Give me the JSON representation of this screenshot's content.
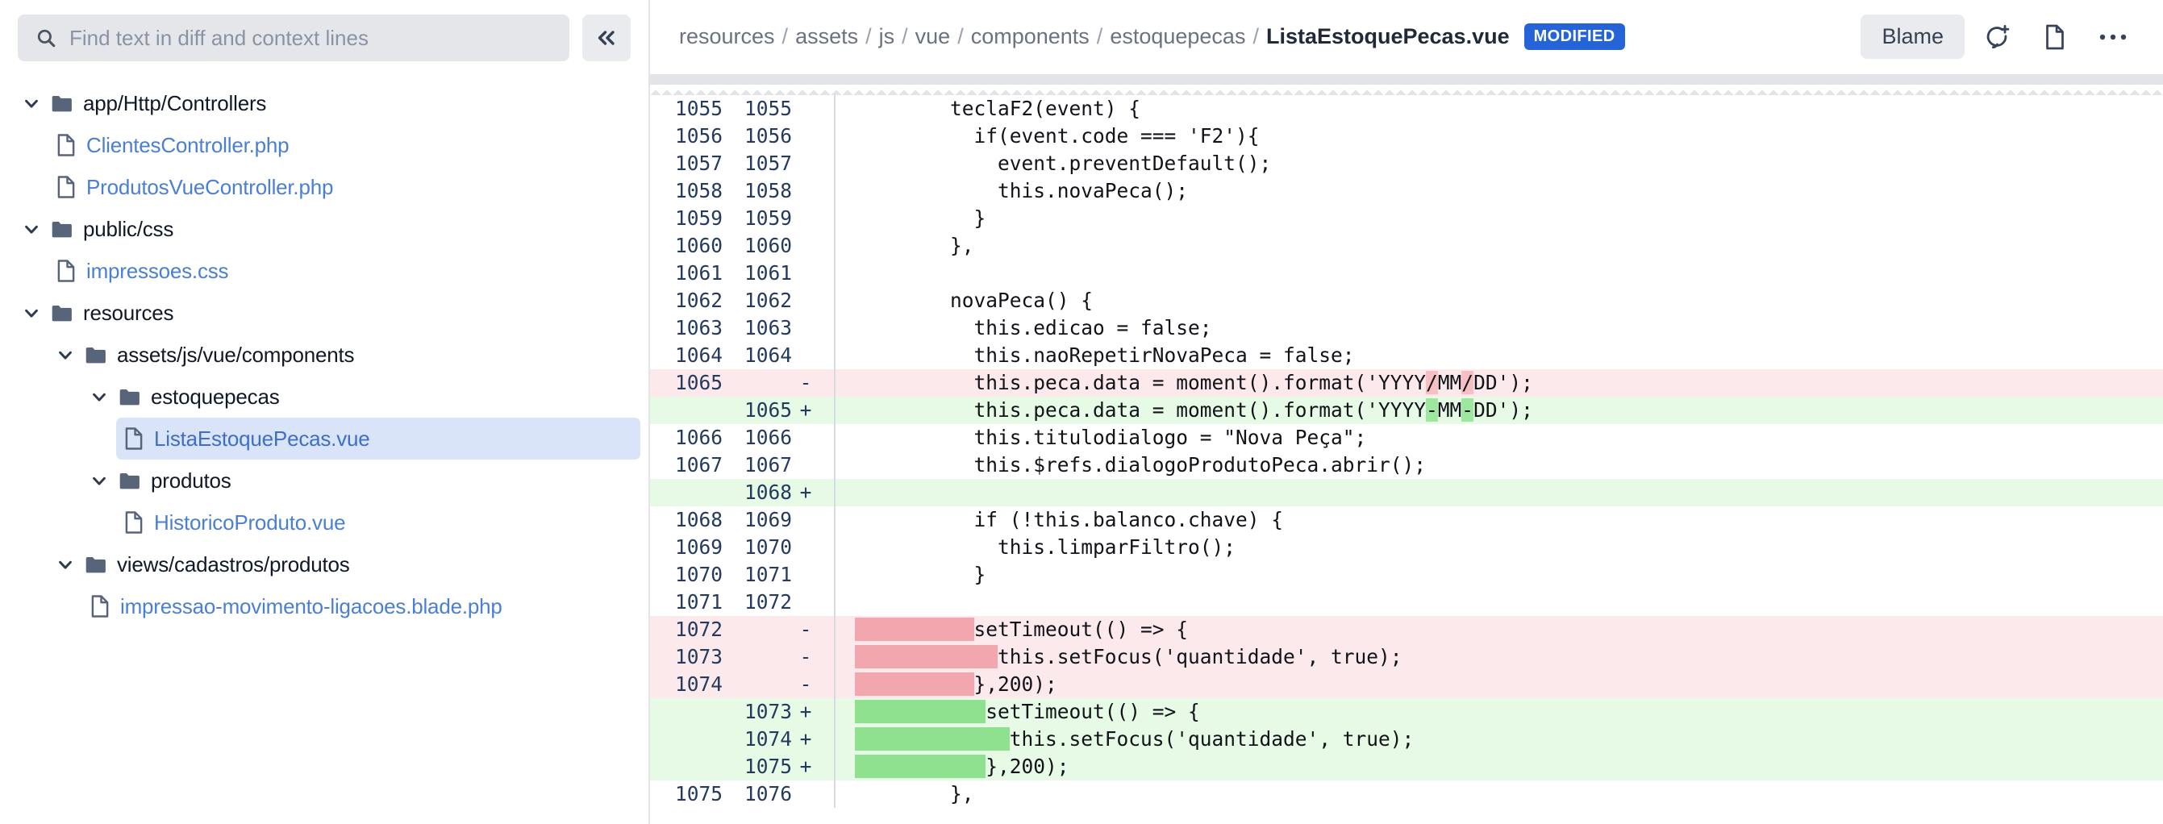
{
  "search": {
    "placeholder": "Find text in diff and context lines",
    "value": "",
    "icon": "search-icon"
  },
  "collapse_button": {
    "icon": "chevron-double-left-icon",
    "label": "«"
  },
  "sidebar": {
    "tree": [
      {
        "type": "folder",
        "label": "app/Http/Controllers",
        "depth": 0,
        "expanded": true,
        "selected": false
      },
      {
        "type": "file",
        "label": "ClientesController.php",
        "depth": 1,
        "selected": false
      },
      {
        "type": "file",
        "label": "ProdutosVueController.php",
        "depth": 1,
        "selected": false
      },
      {
        "type": "folder",
        "label": "public/css",
        "depth": 0,
        "expanded": true,
        "selected": false
      },
      {
        "type": "file",
        "label": "impressoes.css",
        "depth": 1,
        "selected": false
      },
      {
        "type": "folder",
        "label": "resources",
        "depth": 0,
        "expanded": true,
        "selected": false
      },
      {
        "type": "folder",
        "label": "assets/js/vue/components",
        "depth": 1,
        "expanded": true,
        "selected": false
      },
      {
        "type": "folder",
        "label": "estoquepecas",
        "depth": 2,
        "expanded": true,
        "selected": false
      },
      {
        "type": "file",
        "label": "ListaEstoquePecas.vue",
        "depth": 3,
        "selected": true
      },
      {
        "type": "folder",
        "label": "produtos",
        "depth": 2,
        "expanded": true,
        "selected": false
      },
      {
        "type": "file",
        "label": "HistoricoProduto.vue",
        "depth": 3,
        "selected": false
      },
      {
        "type": "folder",
        "label": "views/cadastros/produtos",
        "depth": 1,
        "expanded": true,
        "selected": false
      },
      {
        "type": "file",
        "label": "impressao-movimento-ligacoes.blade.php",
        "depth": 2,
        "selected": false
      }
    ]
  },
  "file_header": {
    "breadcrumb": [
      "resources",
      "assets",
      "js",
      "vue",
      "components",
      "estoquepecas"
    ],
    "separator": "/",
    "filename": "ListaEstoquePecas.vue",
    "status_badge": "MODIFIED",
    "badge_color": "#2563d9",
    "blame_label": "Blame",
    "icons": [
      "comment-add-icon",
      "file-icon",
      "more-options-icon"
    ]
  },
  "diff": {
    "colors": {
      "deleted_line_bg": "#fce9eb",
      "added_line_bg": "#e6fae6",
      "deleted_word_bg": "#f7bfc4",
      "added_word_bg": "#9ee79e",
      "line_number": "#243a5e"
    },
    "lines": [
      {
        "old": "1055",
        "new": "1055",
        "marker": "",
        "kind": "ctx",
        "code": "        teclaF2(event) {"
      },
      {
        "old": "1056",
        "new": "1056",
        "marker": "",
        "kind": "ctx",
        "code": "          if(event.code === 'F2'){"
      },
      {
        "old": "1057",
        "new": "1057",
        "marker": "",
        "kind": "ctx",
        "code": "            event.preventDefault();"
      },
      {
        "old": "1058",
        "new": "1058",
        "marker": "",
        "kind": "ctx",
        "code": "            this.novaPeca();"
      },
      {
        "old": "1059",
        "new": "1059",
        "marker": "",
        "kind": "ctx",
        "code": "          }"
      },
      {
        "old": "1060",
        "new": "1060",
        "marker": "",
        "kind": "ctx",
        "code": "        },"
      },
      {
        "old": "1061",
        "new": "1061",
        "marker": "",
        "kind": "ctx",
        "code": ""
      },
      {
        "old": "1062",
        "new": "1062",
        "marker": "",
        "kind": "ctx",
        "code": "        novaPeca() {"
      },
      {
        "old": "1063",
        "new": "1063",
        "marker": "",
        "kind": "ctx",
        "code": "          this.edicao = false;"
      },
      {
        "old": "1064",
        "new": "1064",
        "marker": "",
        "kind": "ctx",
        "code": "          this.naoRepetirNovaPeca = false;"
      },
      {
        "old": "1065",
        "new": "",
        "marker": "-",
        "kind": "del",
        "code": "          this.peca.data = moment().format('YYYY/MM/DD');",
        "segments": [
          {
            "t": "          this.peca.data = moment().format('YYYY",
            "h": false
          },
          {
            "t": "/",
            "h": true
          },
          {
            "t": "MM",
            "h": false
          },
          {
            "t": "/",
            "h": true
          },
          {
            "t": "DD');",
            "h": false
          }
        ]
      },
      {
        "old": "",
        "new": "1065",
        "marker": "+",
        "kind": "add",
        "code": "          this.peca.data = moment().format('YYYY-MM-DD');",
        "segments": [
          {
            "t": "          this.peca.data = moment().format('YYYY",
            "h": false
          },
          {
            "t": "-",
            "h": true
          },
          {
            "t": "MM",
            "h": false
          },
          {
            "t": "-",
            "h": true
          },
          {
            "t": "DD');",
            "h": false
          }
        ]
      },
      {
        "old": "1066",
        "new": "1066",
        "marker": "",
        "kind": "ctx",
        "code": "          this.titulodialogo = \"Nova Peça\";"
      },
      {
        "old": "1067",
        "new": "1067",
        "marker": "",
        "kind": "ctx",
        "code": "          this.$refs.dialogoProdutoPeca.abrir();"
      },
      {
        "old": "",
        "new": "1068",
        "marker": "+",
        "kind": "add",
        "code": ""
      },
      {
        "old": "1068",
        "new": "1069",
        "marker": "",
        "kind": "ctx",
        "code": "          if (!this.balanco.chave) {"
      },
      {
        "old": "1069",
        "new": "1070",
        "marker": "",
        "kind": "ctx",
        "code": "            this.limparFiltro();"
      },
      {
        "old": "1070",
        "new": "1071",
        "marker": "",
        "kind": "ctx",
        "code": "          }"
      },
      {
        "old": "1071",
        "new": "1072",
        "marker": "",
        "kind": "ctx",
        "code": ""
      },
      {
        "old": "1072",
        "new": "",
        "marker": "-",
        "kind": "del",
        "code": "          setTimeout(() => {",
        "ws": 10,
        "ws_kind": "del",
        "rest": "setTimeout(() => {"
      },
      {
        "old": "1073",
        "new": "",
        "marker": "-",
        "kind": "del",
        "code": "            this.setFocus('quantidade', true);",
        "ws": 12,
        "ws_kind": "del",
        "rest": "this.setFocus('quantidade', true);"
      },
      {
        "old": "1074",
        "new": "",
        "marker": "-",
        "kind": "del",
        "code": "          },200);",
        "ws": 10,
        "ws_kind": "del",
        "rest": "},200);"
      },
      {
        "old": "",
        "new": "1073",
        "marker": "+",
        "kind": "add",
        "code": "          setTimeout(() => {",
        "ws": 11,
        "ws_kind": "add",
        "rest": "setTimeout(() => {"
      },
      {
        "old": "",
        "new": "1074",
        "marker": "+",
        "kind": "add",
        "code": "            this.setFocus('quantidade', true);",
        "ws": 13,
        "ws_kind": "add",
        "rest": "this.setFocus('quantidade', true);"
      },
      {
        "old": "",
        "new": "1075",
        "marker": "+",
        "kind": "add",
        "code": "          },200);",
        "ws": 11,
        "ws_kind": "add",
        "rest": "},200);"
      },
      {
        "old": "1075",
        "new": "1076",
        "marker": "",
        "kind": "ctx",
        "code": "        },"
      }
    ]
  }
}
